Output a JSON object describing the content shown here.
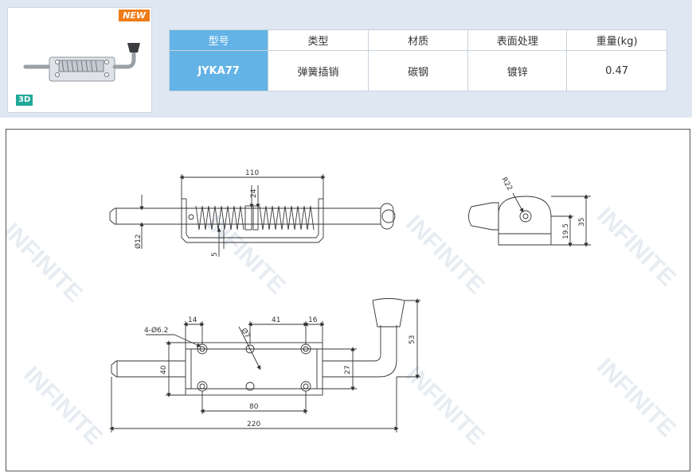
{
  "product": {
    "badge_new": "NEW",
    "badge_3d": "3D"
  },
  "spec_table": {
    "headers": [
      "型号",
      "类型",
      "材质",
      "表面处理",
      "重量(kg)"
    ],
    "row": [
      "JYKA77",
      "弹簧插销",
      "碳钢",
      "镀锌",
      "0.47"
    ]
  },
  "drawing": {
    "top_view": {
      "length": "110",
      "spring_dia": "24",
      "pin_dia": "Ø12",
      "gap": "5"
    },
    "side_view": {
      "radius": "R22",
      "height_small": "19.5",
      "height_total": "35"
    },
    "front_view": {
      "hole_spec": "4-Ø6.2",
      "slot_dia": "Ø7",
      "dim_14": "14",
      "dim_41": "41",
      "dim_16": "16",
      "dim_53": "53",
      "dim_40": "40",
      "dim_27": "27",
      "dim_80": "80",
      "dim_220": "220"
    }
  },
  "watermark": "INFINITE"
}
